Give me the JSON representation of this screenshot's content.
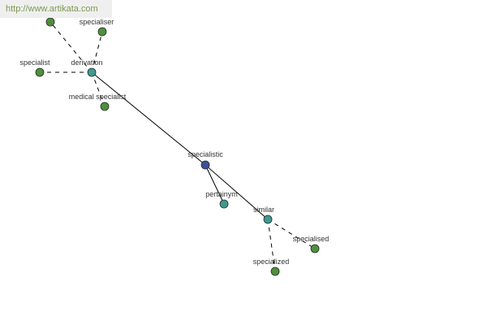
{
  "watermark": {
    "text": "http://www.artikata.com"
  },
  "colors": {
    "center": "#3e4f9a",
    "relation": "#3f9a94",
    "leaf": "#4f8f3f",
    "edge": "#000000"
  },
  "nodes": [
    {
      "id": "n-specialistic",
      "label": "specialistic",
      "kind": "center"
    },
    {
      "id": "n-derivation",
      "label": "derivation",
      "kind": "relation"
    },
    {
      "id": "n-pertainym",
      "label": "pertainym",
      "kind": "relation"
    },
    {
      "id": "n-similar",
      "label": "similar",
      "kind": "relation"
    },
    {
      "id": "n-unlabeled",
      "label": "",
      "kind": "leaf"
    },
    {
      "id": "n-specialiser",
      "label": "specialiser",
      "kind": "leaf"
    },
    {
      "id": "n-specialist",
      "label": "specialist",
      "kind": "leaf"
    },
    {
      "id": "n-medical-specialist",
      "label": "medical specialist",
      "kind": "leaf"
    },
    {
      "id": "n-specialised",
      "label": "specialised",
      "kind": "leaf"
    },
    {
      "id": "n-specialized",
      "label": "specialized",
      "kind": "leaf"
    }
  ],
  "edges": [
    {
      "from": "n-specialistic",
      "to": "n-derivation",
      "style": "solid"
    },
    {
      "from": "n-specialistic",
      "to": "n-pertainym",
      "style": "solid"
    },
    {
      "from": "n-specialistic",
      "to": "n-similar",
      "style": "solid"
    },
    {
      "from": "n-derivation",
      "to": "n-unlabeled",
      "style": "dashed"
    },
    {
      "from": "n-derivation",
      "to": "n-specialiser",
      "style": "dashed"
    },
    {
      "from": "n-derivation",
      "to": "n-specialist",
      "style": "dashed"
    },
    {
      "from": "n-derivation",
      "to": "n-medical-specialist",
      "style": "dashed"
    },
    {
      "from": "n-similar",
      "to": "n-specialised",
      "style": "dashed"
    },
    {
      "from": "n-similar",
      "to": "n-specialized",
      "style": "dashed"
    }
  ]
}
